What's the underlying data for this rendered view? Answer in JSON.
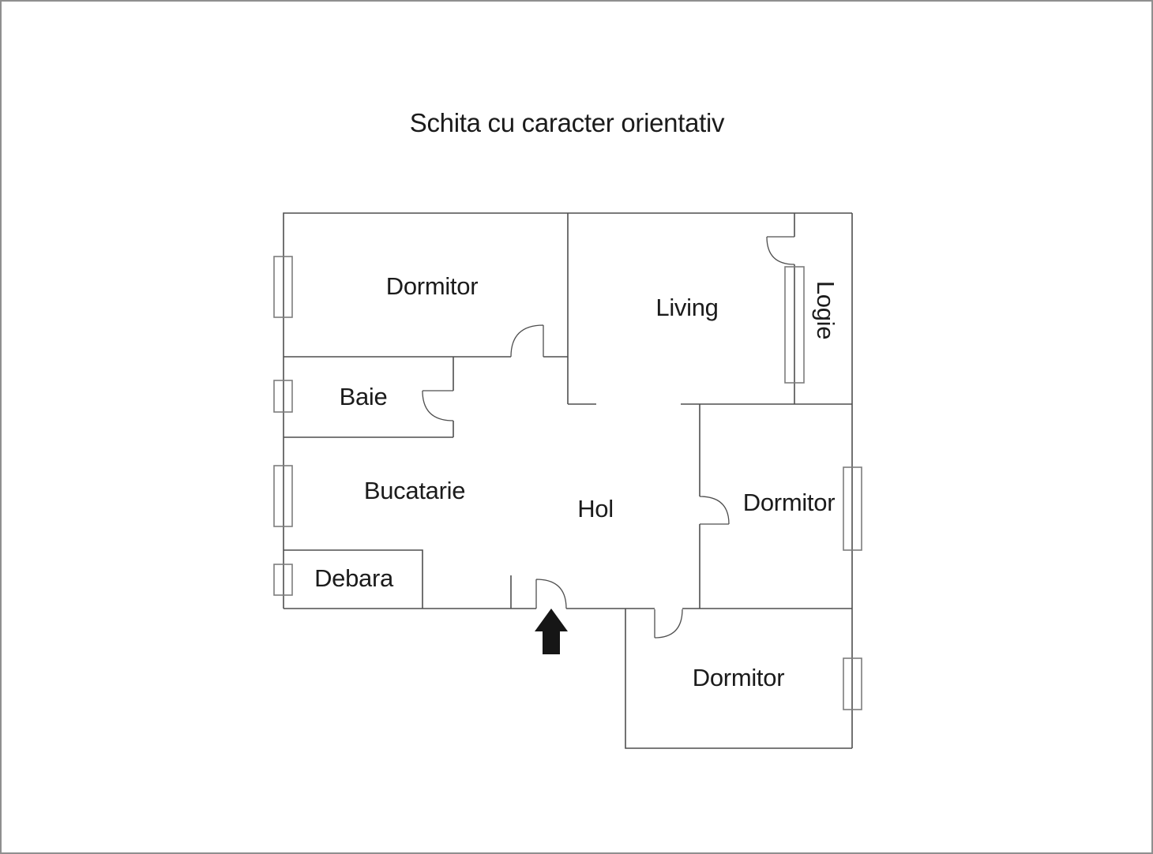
{
  "title": "Schita cu caracter orientativ",
  "rooms": [
    {
      "id": "dormitor-top-left",
      "name": "Dormitor"
    },
    {
      "id": "living",
      "name": "Living"
    },
    {
      "id": "logie",
      "name": "Logie"
    },
    {
      "id": "baie",
      "name": "Baie"
    },
    {
      "id": "bucatarie",
      "name": "Bucatarie"
    },
    {
      "id": "hol",
      "name": "Hol"
    },
    {
      "id": "dormitor-right",
      "name": "Dormitor"
    },
    {
      "id": "debara",
      "name": "Debara"
    },
    {
      "id": "dormitor-bottom",
      "name": "Dormitor"
    }
  ],
  "icons": {
    "entrance_marker": "arrow-up-icon",
    "door_symbol": "quarter-arc-door",
    "window_symbol": "double-rect-window"
  },
  "colors": {
    "wall": "#4f4f4f",
    "window": "#7d7d7d",
    "text": "#1b1b1b",
    "arrow": "#161616",
    "page-border": "#8f8f8f",
    "background": "#ffffff"
  }
}
